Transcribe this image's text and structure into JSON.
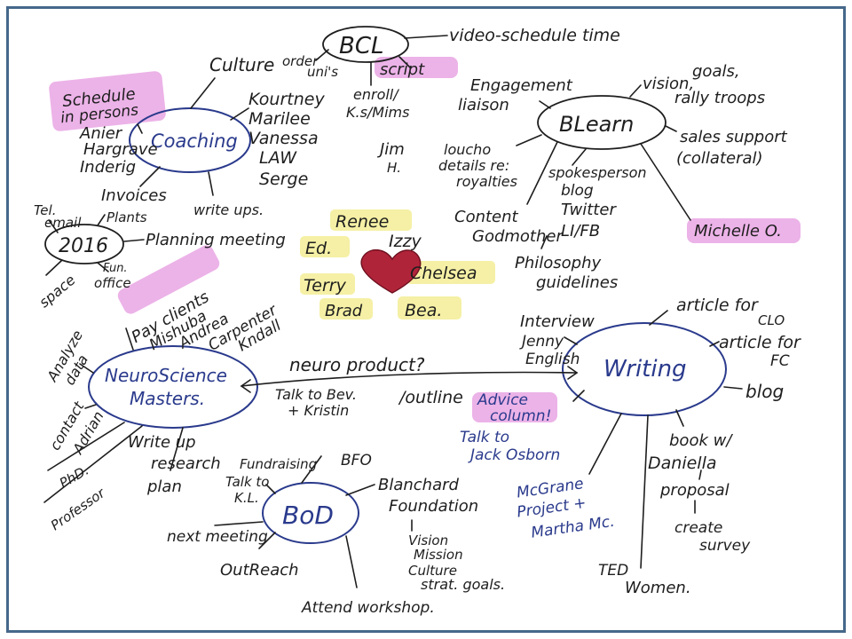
{
  "nodes": {
    "bcl": "BCL",
    "blearn": "BLearn",
    "coaching": "Coaching",
    "year": "2016",
    "neuroscience_1": "NeuroScience",
    "neuroscience_2": "Masters.",
    "writing": "Writing",
    "bod": "BoD"
  },
  "bcl_branches": {
    "order": "order",
    "unis": "uni's",
    "script": "script",
    "enroll_1": "enroll/",
    "enroll_2": "K.s/Mims",
    "video": "video-schedule time"
  },
  "coaching_branches": {
    "schedule_1": "Schedule",
    "schedule_2": "in persons",
    "schedule_3": "Anier",
    "schedule_4": "Hargrave",
    "schedule_5": "Inderig",
    "culture": "Culture",
    "people_1": "Kourtney",
    "people_2": "Marilee",
    "people_3": "Vanessa",
    "people_4": "LAW",
    "people_5": "Serge",
    "invoices": "Invoices",
    "write_ups": "write ups."
  },
  "year_branches": {
    "tel": "Tel.",
    "email": "email",
    "plants": "Plants",
    "planning": "Planning meeting",
    "space": "space",
    "fun": "Fun.",
    "office": "office"
  },
  "blearn_branches": {
    "engagement_1": "Engagement",
    "engagement_2": "liaison",
    "vision_1": "vision,",
    "vision_2": "goals,",
    "vision_3": "rally troops",
    "sales_1": "sales support",
    "sales_2": "(collateral)",
    "jim_1": "Jim",
    "jim_2": "H.",
    "jim_3": "loucho",
    "jim_4": "details re:",
    "jim_5": "royalties",
    "spokes_1": "spokesperson",
    "spokes_2": "blog",
    "spokes_3": "Twitter",
    "spokes_4": "LI/FB",
    "content": "Content",
    "godmother": "Godmother",
    "michelle": "Michelle O.",
    "philosophy_1": "Philosophy",
    "philosophy_2": "guidelines"
  },
  "center_names": {
    "renee": "Renee",
    "ed": "Ed.",
    "izzy": "Izzy",
    "chelsea": "Chelsea",
    "terry": "Terry",
    "brad": "Brad",
    "bea": "Bea."
  },
  "neuro_branches": {
    "pay_clients": "Pay clients",
    "client_1": "Mishuba",
    "client_2": "Andrea",
    "client_3": "Carpenter",
    "client_4": "Kndall",
    "analyze_1": "Analyze",
    "analyze_2": "data",
    "contact_1": "contact",
    "contact_2": "Adrian",
    "phd": "PhD.",
    "professor": "Professor",
    "writeup_1": "Write up",
    "writeup_2": "research",
    "writeup_3": "plan",
    "neuro_product": "neuro product?",
    "talk_bev_1": "Talk to Bev.",
    "talk_bev_2": "+ Kristin",
    "outline": "/outline"
  },
  "writing_branches": {
    "interview_1": "Interview",
    "interview_2": "Jenny",
    "interview_3": "English",
    "article_clo_1": "article for",
    "article_clo_2": "CLO",
    "article_fc_1": "article for",
    "article_fc_2": "FC",
    "blog": "blog",
    "advice_1": "Advice",
    "advice_2": "column!",
    "talk_jack_1": "Talk to",
    "talk_jack_2": "Jack Osborn",
    "mcgrane_1": "McGrane",
    "mcgrane_2": "Project +",
    "mcgrane_3": "Martha Mc.",
    "book_1": "book w/",
    "book_2": "Daniella",
    "proposal": "proposal",
    "survey_1": "create",
    "survey_2": "survey",
    "ted_1": "TED",
    "ted_2": "Women."
  },
  "bod_branches": {
    "fundraising": "Fundraising",
    "bfo": "BFO",
    "talk_kl_1": "Talk to",
    "talk_kl_2": "K.L.",
    "blanchard_1": "Blanchard",
    "blanchard_2": "Foundation",
    "vmc_1": "Vision",
    "vmc_2": "Mission",
    "vmc_3": "Culture",
    "vmc_4": "strat. goals.",
    "next_meeting": "next meeting",
    "outreach": "OutReach",
    "workshop": "Attend workshop."
  },
  "colors": {
    "ink": "#1e1e1e",
    "blue_ink": "#2a3a8c",
    "pink_highlight": "#e9a6e4",
    "yellow_highlight": "#f4efa0",
    "heart": "#b0243a",
    "frame": "#46688a"
  },
  "icons": {
    "center": "heart-icon"
  }
}
